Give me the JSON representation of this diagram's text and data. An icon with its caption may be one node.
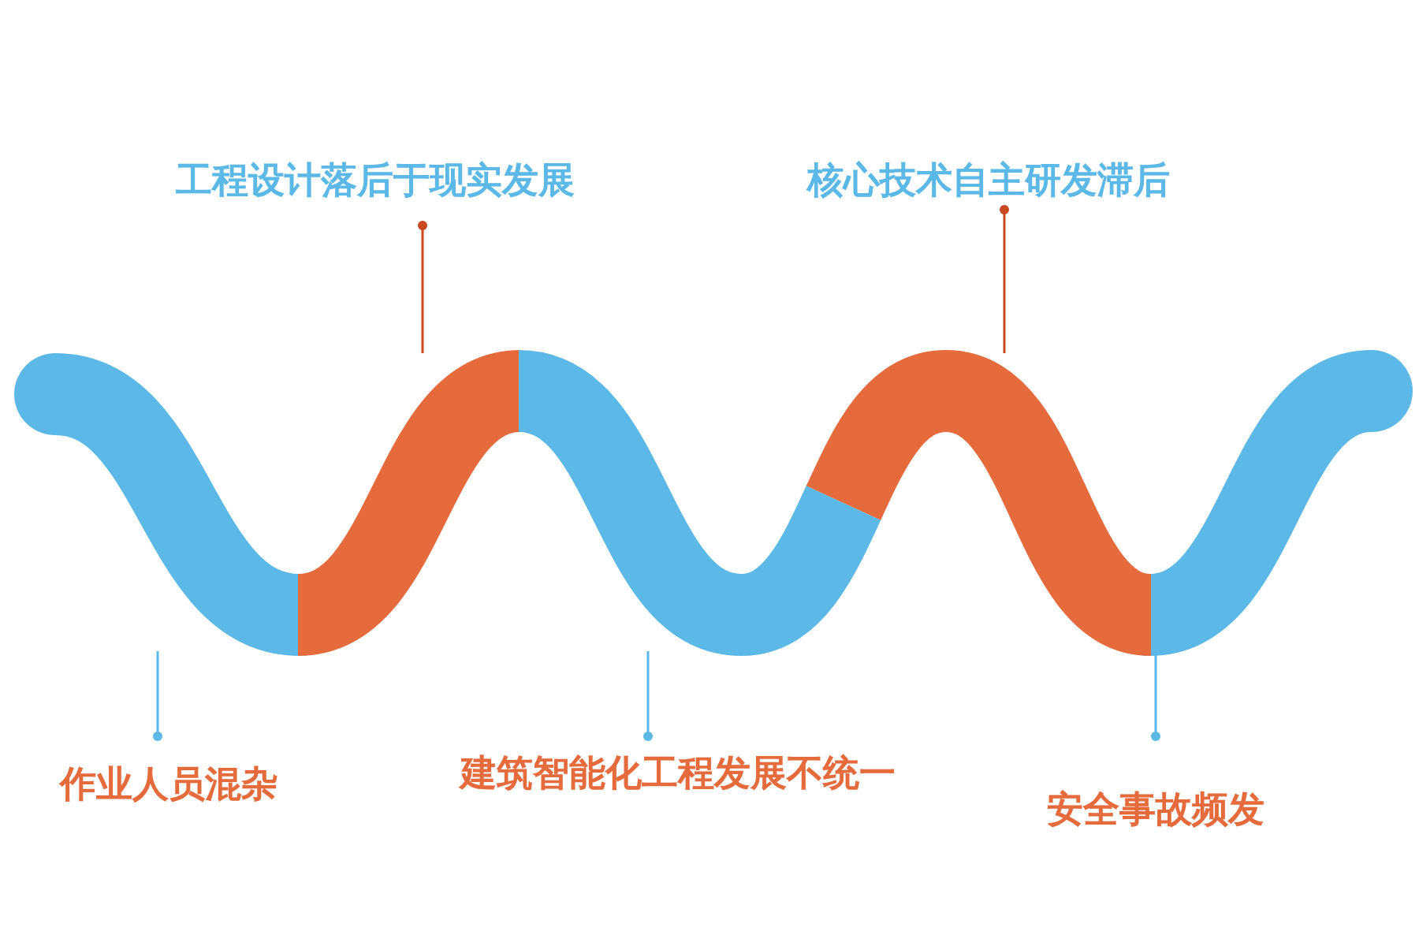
{
  "diagram": {
    "nodes": [
      {
        "text": [],
        "shape": "band"
      },
      {
        "text": [],
        "shape": "band"
      },
      {
        "text": [],
        "shape": "band"
      },
      {
        "text": [],
        "shape": "band"
      },
      {
        "text": [],
        "shape": "band"
      },
      {
        "text": [
          "工程设计落后于现实发展"
        ]
      },
      {
        "text": [
          "核心技术自主研发滞后"
        ]
      },
      {
        "text": [
          "作业人员混杂"
        ]
      },
      {
        "text": [
          "建筑智能化工程发展不统一"
        ]
      },
      {
        "text": [
          "安全事故频发"
        ]
      }
    ],
    "edges": [
      {
        "from": 5,
        "to": 1,
        "arrow": "other",
        "color": "#c8481f"
      },
      {
        "from": 6,
        "to": 3,
        "arrow": "other",
        "color": "#c8481f"
      },
      {
        "from": 7,
        "to": 0,
        "arrow": "other"
      },
      {
        "from": 8,
        "to": 2,
        "arrow": "other"
      },
      {
        "from": 9,
        "to": 4,
        "arrow": "other"
      }
    ]
  }
}
